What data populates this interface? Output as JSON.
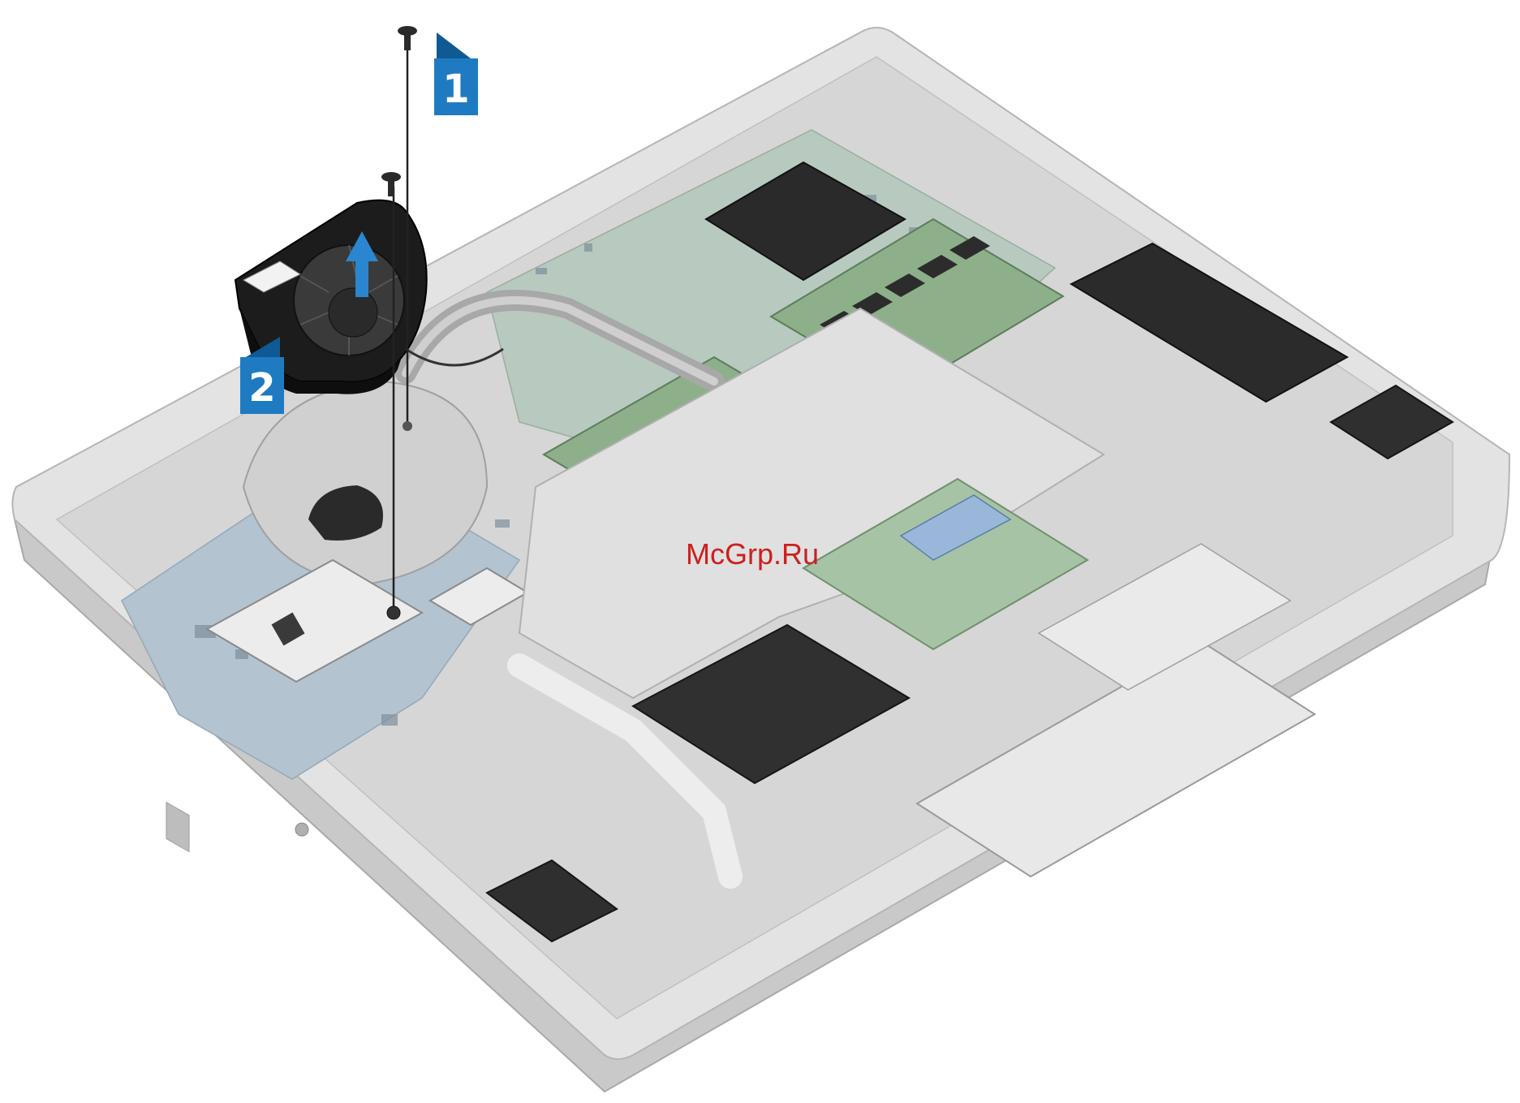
{
  "illustration": {
    "subject": "laptop-palmrest-assembly-fan-removal",
    "steps": [
      {
        "number": "1",
        "action": "remove-screws"
      },
      {
        "number": "2",
        "action": "lift-fan"
      }
    ],
    "watermark": "McGrp.Ru",
    "colors": {
      "step_badge": "#1f7bc1",
      "step_badge_shadow": "#0f5a94",
      "chassis": "#d9d9d9",
      "chassis_edge": "#bfbfbf",
      "board_green": "#9fb89a",
      "board_blue": "#8fa7c8",
      "fan": "#1d1d1d",
      "arrow": "#2a86d0",
      "watermark": "#cc1f1f"
    }
  }
}
